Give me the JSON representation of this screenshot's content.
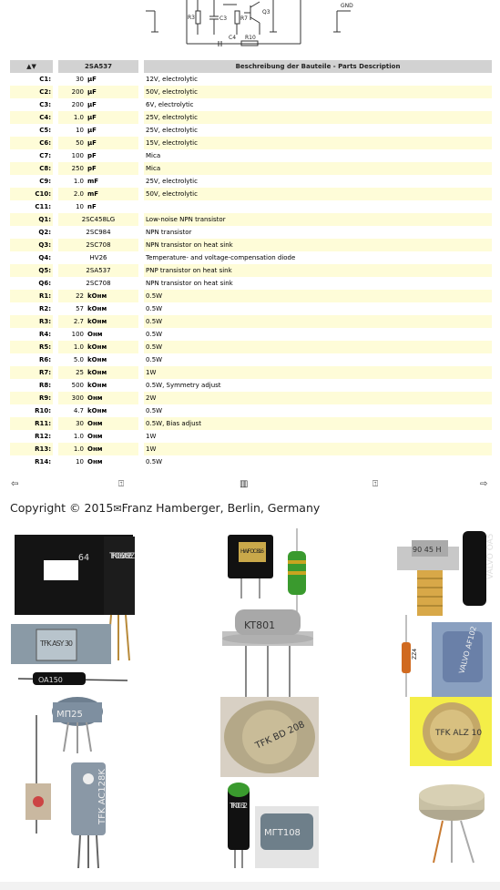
{
  "schematic": {
    "labels": [
      "R3",
      "C3",
      "R7",
      "Q3",
      "C4",
      "R10",
      "GND"
    ]
  },
  "table": {
    "headers": [
      "▲▼",
      "2SA537",
      "Beschreibung der Bauteile - Parts Description"
    ],
    "rows": [
      {
        "name": "C1:",
        "value": "30",
        "unit": "µF",
        "type": "",
        "desc": "12V, electrolytic"
      },
      {
        "name": "C2:",
        "value": "200",
        "unit": "µF",
        "type": "",
        "desc": "50V, electrolytic"
      },
      {
        "name": "C3:",
        "value": "200",
        "unit": "µF",
        "type": "",
        "desc": "6V, electrolytic"
      },
      {
        "name": "C4:",
        "value": "1.0",
        "unit": "µF",
        "type": "",
        "desc": "25V, electrolytic"
      },
      {
        "name": "C5:",
        "value": "10",
        "unit": "µF",
        "type": "",
        "desc": "25V, electrolytic"
      },
      {
        "name": "C6:",
        "value": "50",
        "unit": "µF",
        "type": "",
        "desc": "15V, electrolytic"
      },
      {
        "name": "C7:",
        "value": "100",
        "unit": "pF",
        "type": "",
        "desc": "Mica"
      },
      {
        "name": "C8:",
        "value": "250",
        "unit": "pF",
        "type": "",
        "desc": "Mica"
      },
      {
        "name": "C9:",
        "value": "1.0",
        "unit": "mF",
        "type": "",
        "desc": "25V, electrolytic"
      },
      {
        "name": "C10:",
        "value": "2.0",
        "unit": "mF",
        "type": "",
        "desc": "50V, electrolytic"
      },
      {
        "name": "C11:",
        "value": "10",
        "unit": "nF",
        "type": "",
        "desc": ""
      },
      {
        "name": "Q1:",
        "value": "",
        "unit": "",
        "type": "2SC458LG",
        "desc": "Low-noise NPN transistor"
      },
      {
        "name": "Q2:",
        "value": "",
        "unit": "",
        "type": "2SC984",
        "desc": "NPN transistor"
      },
      {
        "name": "Q3:",
        "value": "",
        "unit": "",
        "type": "2SC708",
        "desc": "NPN transistor on heat sink"
      },
      {
        "name": "Q4:",
        "value": "",
        "unit": "",
        "type": "HV26",
        "desc": "Temperature- and voltage-compensation diode"
      },
      {
        "name": "Q5:",
        "value": "",
        "unit": "",
        "type": "2SA537",
        "desc": "PNP transistor on heat sink"
      },
      {
        "name": "Q6:",
        "value": "",
        "unit": "",
        "type": "2SC708",
        "desc": "NPN transistor on heat sink"
      },
      {
        "name": "R1:",
        "value": "22",
        "unit": "kOнм",
        "type": "",
        "desc": "0.5W"
      },
      {
        "name": "R2:",
        "value": "57",
        "unit": "kOнм",
        "type": "",
        "desc": "0.5W"
      },
      {
        "name": "R3:",
        "value": "2.7",
        "unit": "kOнм",
        "type": "",
        "desc": "0.5W"
      },
      {
        "name": "R4:",
        "value": "100",
        "unit": "Oнм",
        "type": "",
        "desc": "0.5W"
      },
      {
        "name": "R5:",
        "value": "1.0",
        "unit": "kOнм",
        "type": "",
        "desc": "0.5W"
      },
      {
        "name": "R6:",
        "value": "5.0",
        "unit": "kOнм",
        "type": "",
        "desc": "0.5W"
      },
      {
        "name": "R7:",
        "value": "25",
        "unit": "kOнм",
        "type": "",
        "desc": "1W"
      },
      {
        "name": "R8:",
        "value": "500",
        "unit": "kOнм",
        "type": "",
        "desc": "0.5W, Symmetry adjust"
      },
      {
        "name": "R9:",
        "value": "300",
        "unit": "Oнм",
        "type": "",
        "desc": "2W"
      },
      {
        "name": "R10:",
        "value": "4.7",
        "unit": "kOнм",
        "type": "",
        "desc": "0.5W"
      },
      {
        "name": "R11:",
        "value": "30",
        "unit": "Oнм",
        "type": "",
        "desc": "0.5W, Bias adjust"
      },
      {
        "name": "R12:",
        "value": "1.0",
        "unit": "Oнм",
        "type": "",
        "desc": "1W"
      },
      {
        "name": "R13:",
        "value": "1.0",
        "unit": "Oнм",
        "type": "",
        "desc": "1W"
      },
      {
        "name": "R14:",
        "value": "10",
        "unit": "Oнм",
        "type": "",
        "desc": "0.5W"
      }
    ]
  },
  "nav": {
    "prev": "⇦",
    "top": "⍐",
    "index": "▥",
    "up": "⍐",
    "next": "⇨"
  },
  "footer": {
    "copyright": "Copyright © 2015",
    "author": "Franz Hamberger, Berlin, Germany"
  },
  "photo_labels": {
    "p1": "TFK OC 604 SPEZ",
    "p1b": "64",
    "p2": "HWF OC 816",
    "p3": "90 45 H",
    "p4": "VALVO OA5",
    "p5": "TFK ASY 30",
    "p6": "KT801",
    "p7": "OA150",
    "p8": "ZZ4",
    "p9": "VALVO AF102",
    "p10": "MП25",
    "p11": "TFK BD 208",
    "p12": "TFK ALZ 10",
    "p13": "TFK AC128K",
    "p14": "TFK OC 612",
    "p15": "MГT108"
  }
}
